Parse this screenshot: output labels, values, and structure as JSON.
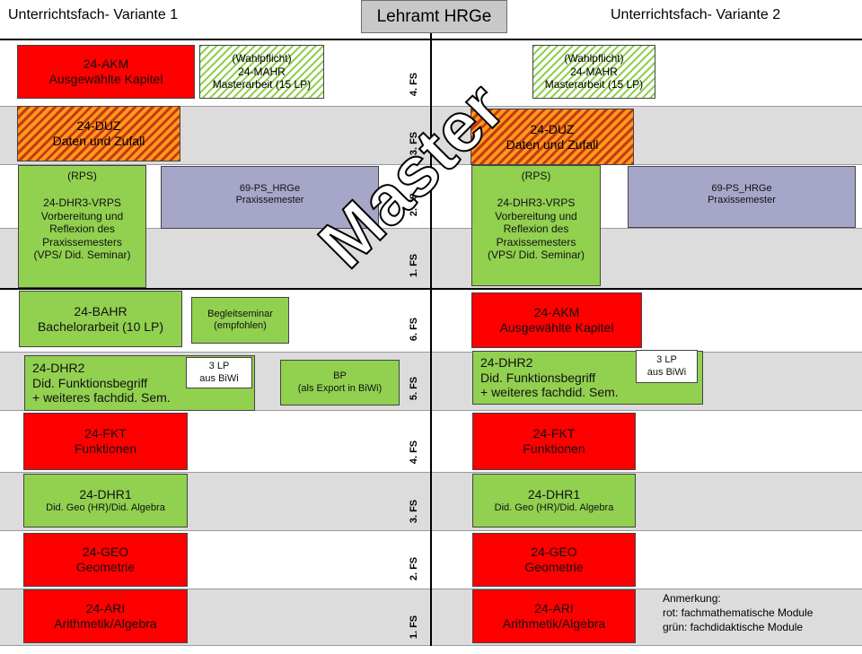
{
  "header": {
    "left": "Unterrichtsfach- Variante 1",
    "right": "Unterrichtsfach- Variante 2",
    "title": "Lehramt HRGe"
  },
  "watermark": "Master",
  "semesters": {
    "m4": "4. FS",
    "m3": "3. FS",
    "m2": "2. FS",
    "m1": "1. FS",
    "b6": "6. FS",
    "b5": "5. FS",
    "b4": "4. FS",
    "b3": "3. FS",
    "b2": "2. FS",
    "b1": "1. FS"
  },
  "v1": {
    "akm": {
      "l1": "24-AKM",
      "l2": "Ausgewählte Kapitel"
    },
    "mahr": {
      "l1": "(Wahlpflicht)",
      "l2": "24-MAHR",
      "l3": "Masterarbeit (15 LP)"
    },
    "duz": {
      "l1": "24-DUZ",
      "l2": "Daten und Zufall"
    },
    "dhr3": {
      "l1": "(RPS)",
      "l2": "24-DHR3-VRPS",
      "l3": "Vorbereitung und",
      "l4": "Reflexion des",
      "l5": "Praxissemesters",
      "l6": "(VPS/ Did. Seminar)"
    },
    "ps": {
      "l1": "69-PS_HRGe",
      "l2": "Praxissemester"
    },
    "bahr": {
      "l1": "24-BAHR",
      "l2": "Bachelorarbeit (10 LP)"
    },
    "begleit": {
      "l1": "Begleitseminar",
      "l2": "(empfohlen)"
    },
    "dhr2": {
      "l1": "24-DHR2",
      "l2": "Did. Funktionsbegriff",
      "l3": "+ weiteres fachdid. Sem."
    },
    "biwi": {
      "l1": "3 LP",
      "l2": "aus BiWi"
    },
    "bp": {
      "l1": "BP",
      "l2": "(als Export in BiWi)"
    },
    "fkt": {
      "l1": "24-FKT",
      "l2": "Funktionen"
    },
    "dhr1": {
      "l1": "24-DHR1",
      "l2": "Did. Geo (HR)/Did. Algebra"
    },
    "geo": {
      "l1": "24-GEO",
      "l2": "Geometrie"
    },
    "ari": {
      "l1": "24-ARI",
      "l2": "Arithmetik/Algebra"
    }
  },
  "v2": {
    "mahr": {
      "l1": "(Wahlpflicht)",
      "l2": "24-MAHR",
      "l3": "Masterarbeit (15 LP)"
    },
    "duz": {
      "l1": "24-DUZ",
      "l2": "Daten und Zufall"
    },
    "dhr3": {
      "l1": "(RPS)",
      "l2": "24-DHR3-VRPS",
      "l3": "Vorbereitung und",
      "l4": "Reflexion des",
      "l5": "Praxissemesters",
      "l6": "(VPS/ Did. Seminar)"
    },
    "ps": {
      "l1": "69-PS_HRGe",
      "l2": "Praxissemester"
    },
    "akm": {
      "l1": "24-AKM",
      "l2": "Ausgewählte Kapitel"
    },
    "dhr2": {
      "l1": "24-DHR2",
      "l2": "Did. Funktionsbegriff",
      "l3": "+ weiteres fachdid. Sem."
    },
    "biwi": {
      "l1": "3 LP",
      "l2": "aus BiWi"
    },
    "fkt": {
      "l1": "24-FKT",
      "l2": "Funktionen"
    },
    "dhr1": {
      "l1": "24-DHR1",
      "l2": "Did. Geo (HR)/Did.  Algebra"
    },
    "geo": {
      "l1": "24-GEO",
      "l2": "Geometrie"
    },
    "ari": {
      "l1": "24-ARI",
      "l2": "Arithmetik/Algebra"
    }
  },
  "note": {
    "l1": "Anmerkung:",
    "l2": "rot: fachmathematische Module",
    "l3": "grün: fachdidaktische Module"
  },
  "colors": {
    "fachmathematisch": "#ff0000",
    "fachdidaktisch": "#92d050",
    "praxissemester": "#a6a6c9",
    "band": "#dcdcdc"
  }
}
